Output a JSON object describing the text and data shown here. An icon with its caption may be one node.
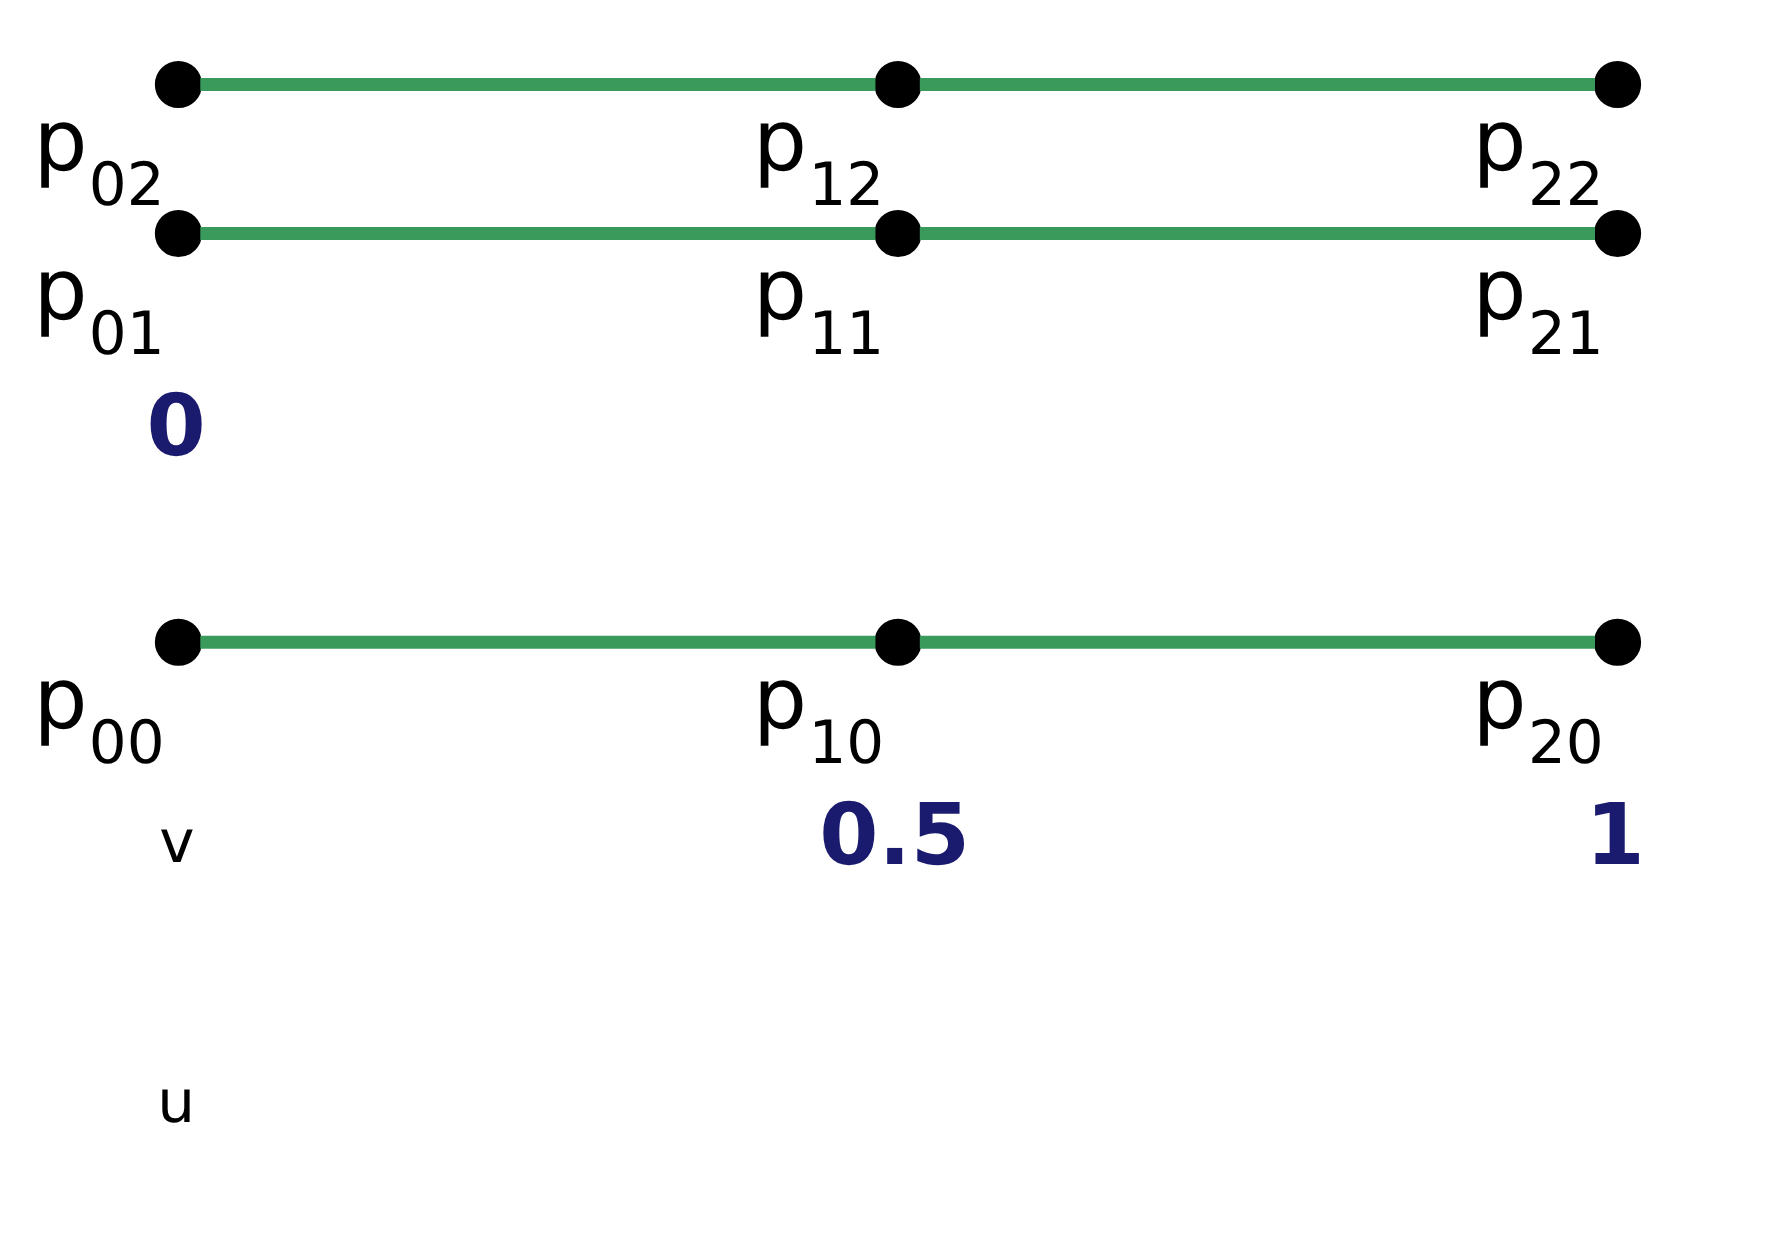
{
  "diagram": {
    "nodes": [
      {
        "text": [
          "p$_{02}$"
        ]
      },
      {
        "text": [
          "p$_{12}$"
        ]
      },
      {
        "text": [
          "p$_{22}$"
        ]
      },
      {
        "text": [
          "p$_{01}$"
        ]
      },
      {
        "text": [
          "p$_{11}$"
        ]
      },
      {
        "text": [
          "p$_{21}$"
        ]
      },
      {
        "text": [
          "p$_{00}$"
        ]
      },
      {
        "text": [
          "p$_{10}$"
        ]
      },
      {
        "text": [
          "p$_{20}$"
        ]
      }
    ],
    "edges": [
      {
        "from": 0,
        "to": 1,
        "arrow": "none"
      },
      {
        "from": 1,
        "to": 2,
        "arrow": "none"
      },
      {
        "from": 3,
        "to": 4,
        "arrow": "none"
      },
      {
        "from": 4,
        "to": 5,
        "arrow": "none"
      },
      {
        "from": 6,
        "to": 7,
        "arrow": "none"
      },
      {
        "from": 7,
        "to": 8,
        "arrow": "none"
      }
    ],
    "labels": [
      "0",
      "0.5",
      "1",
      "v",
      "u"
    ]
  }
}
